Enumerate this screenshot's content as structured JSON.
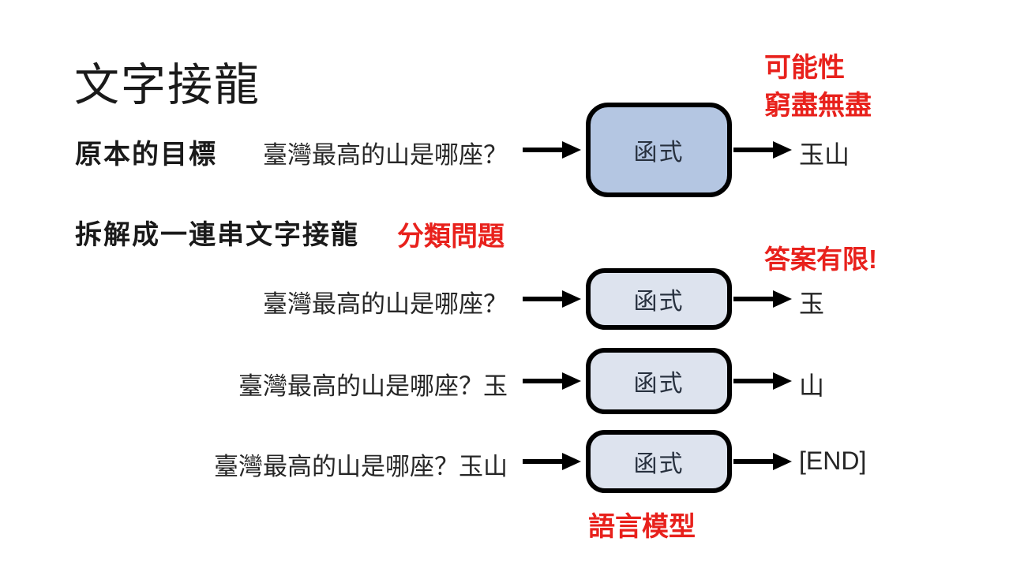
{
  "title": "文字接龍",
  "colors": {
    "accent_red": "#e8211c",
    "text": "#262626",
    "box_border": "#000000",
    "box_fill_primary": "#b4c6e2",
    "box_fill_light": "#dde3ee"
  },
  "labels": {
    "original_goal": "原本的目標",
    "decompose": "拆解成一連串文字接龍"
  },
  "annotations": {
    "possibilities_line1": "可能性",
    "possibilities_line2": "窮盡無盡",
    "classification": "分類問題",
    "limited_answers": "答案有限!",
    "language_model": "語言模型"
  },
  "rows": [
    {
      "input": "臺灣最高的山是哪座？",
      "box": "函式",
      "output": "玉山"
    },
    {
      "input": "臺灣最高的山是哪座？",
      "box": "函式",
      "output": "玉"
    },
    {
      "input": "臺灣最高的山是哪座？玉",
      "box": "函式",
      "output": "山"
    },
    {
      "input": "臺灣最高的山是哪座？玉山",
      "box": "函式",
      "output": "[END]"
    }
  ]
}
